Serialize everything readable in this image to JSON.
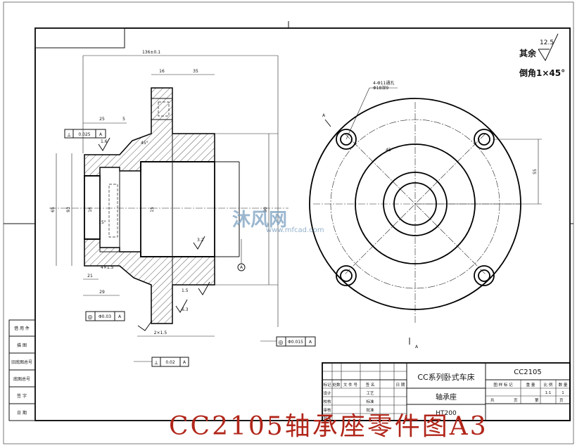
{
  "drawing": {
    "part_code": "CC2105",
    "machine_name": "CC系列卧式车床",
    "part_name": "轴承座",
    "material": "HT200",
    "scale": "1:1",
    "quantity_value": "1"
  },
  "notes": {
    "roughness_prefix": "其余",
    "roughness_value": "12.5",
    "chamfer": "倒角1×45°"
  },
  "title_block": {
    "revision_headers": [
      "标记",
      "处数",
      "文 件 号",
      "签 名",
      "日 期"
    ],
    "role_labels": [
      "设计",
      "校核",
      "审核",
      "批准"
    ],
    "process_labels": [
      "工艺",
      "标准",
      "批准"
    ],
    "right_headers": [
      "图 样 标 记",
      "重 量",
      "比 例",
      "数 量"
    ],
    "sheet_labels": [
      "共",
      "页",
      "第",
      "页"
    ]
  },
  "side_panel": {
    "labels": [
      "借 用 件",
      "描 图",
      "旧底图总号",
      "底图总号",
      "签 字",
      "日 期"
    ]
  },
  "dimensions": {
    "overall_length": "136±0.1",
    "d1": "16",
    "d2": "35",
    "d3": "25",
    "d4": "5",
    "d5": "65",
    "d6": "93",
    "d7": "16",
    "d8": "15",
    "d9": "21",
    "d10": "29",
    "d11": "90",
    "d12": "2×1.5",
    "d13": "1.5",
    "d14": "4×1.5",
    "d15": "15°",
    "d16": "45°",
    "d17": "3.2",
    "d18": "1.6",
    "d19": "6.3",
    "d20": "A"
  },
  "tolerance_frames": [
    {
      "symbol": "⟂",
      "value": "0.025",
      "datum": "A"
    },
    {
      "symbol": "◎",
      "value": "Φ0.03",
      "datum": "A"
    },
    {
      "symbol": "◎",
      "value": "Φ0.015",
      "datum": "A"
    },
    {
      "symbol": "⟂",
      "value": "0.02",
      "datum": "A"
    }
  ],
  "hole_callout": "4-Φ11通孔\nΦ18深9",
  "side_view": {
    "angle": "45°",
    "dim_right": "55",
    "section_mark": "A"
  },
  "overlay": {
    "bottom_title": "CC2105轴承座零件图A3",
    "watermark_text": "沐风网",
    "watermark_url": "www.mfcad.com"
  }
}
